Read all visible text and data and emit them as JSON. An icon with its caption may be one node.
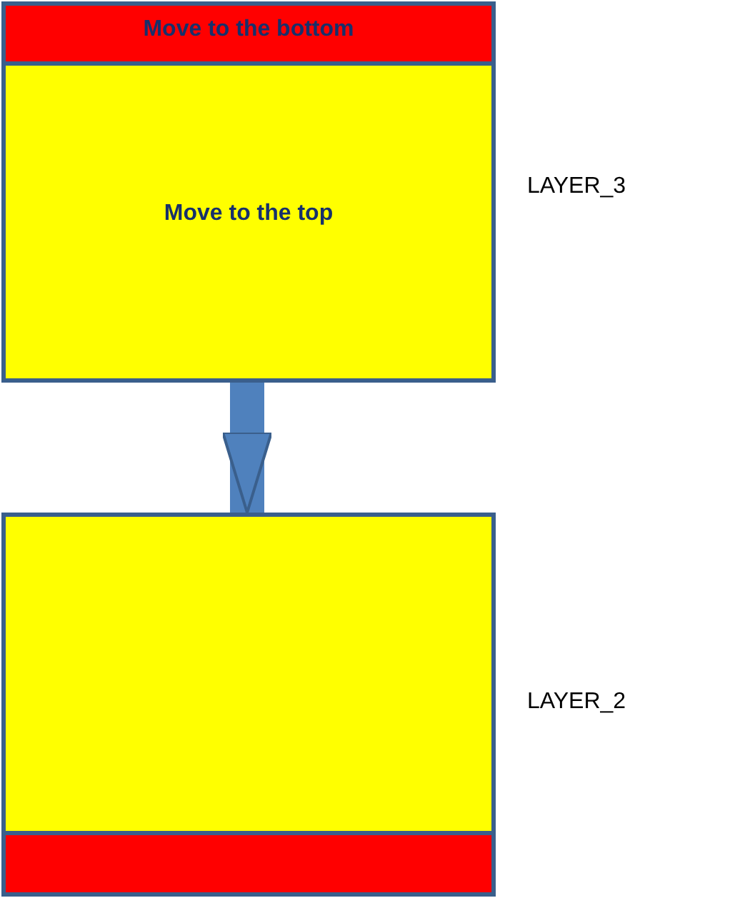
{
  "diagram": {
    "nodes": [
      {
        "text": [
          "Move to the bottom"
        ]
      },
      {
        "text": [
          "Move to the top"
        ]
      },
      {
        "text": [],
        "shape": "box"
      },
      {
        "text": [],
        "shape": "box"
      }
    ],
    "edges": [
      {
        "from": 1,
        "to": 2,
        "arrow": "to"
      }
    ],
    "labels": [
      "LAYER_3",
      "LAYER_2"
    ]
  }
}
